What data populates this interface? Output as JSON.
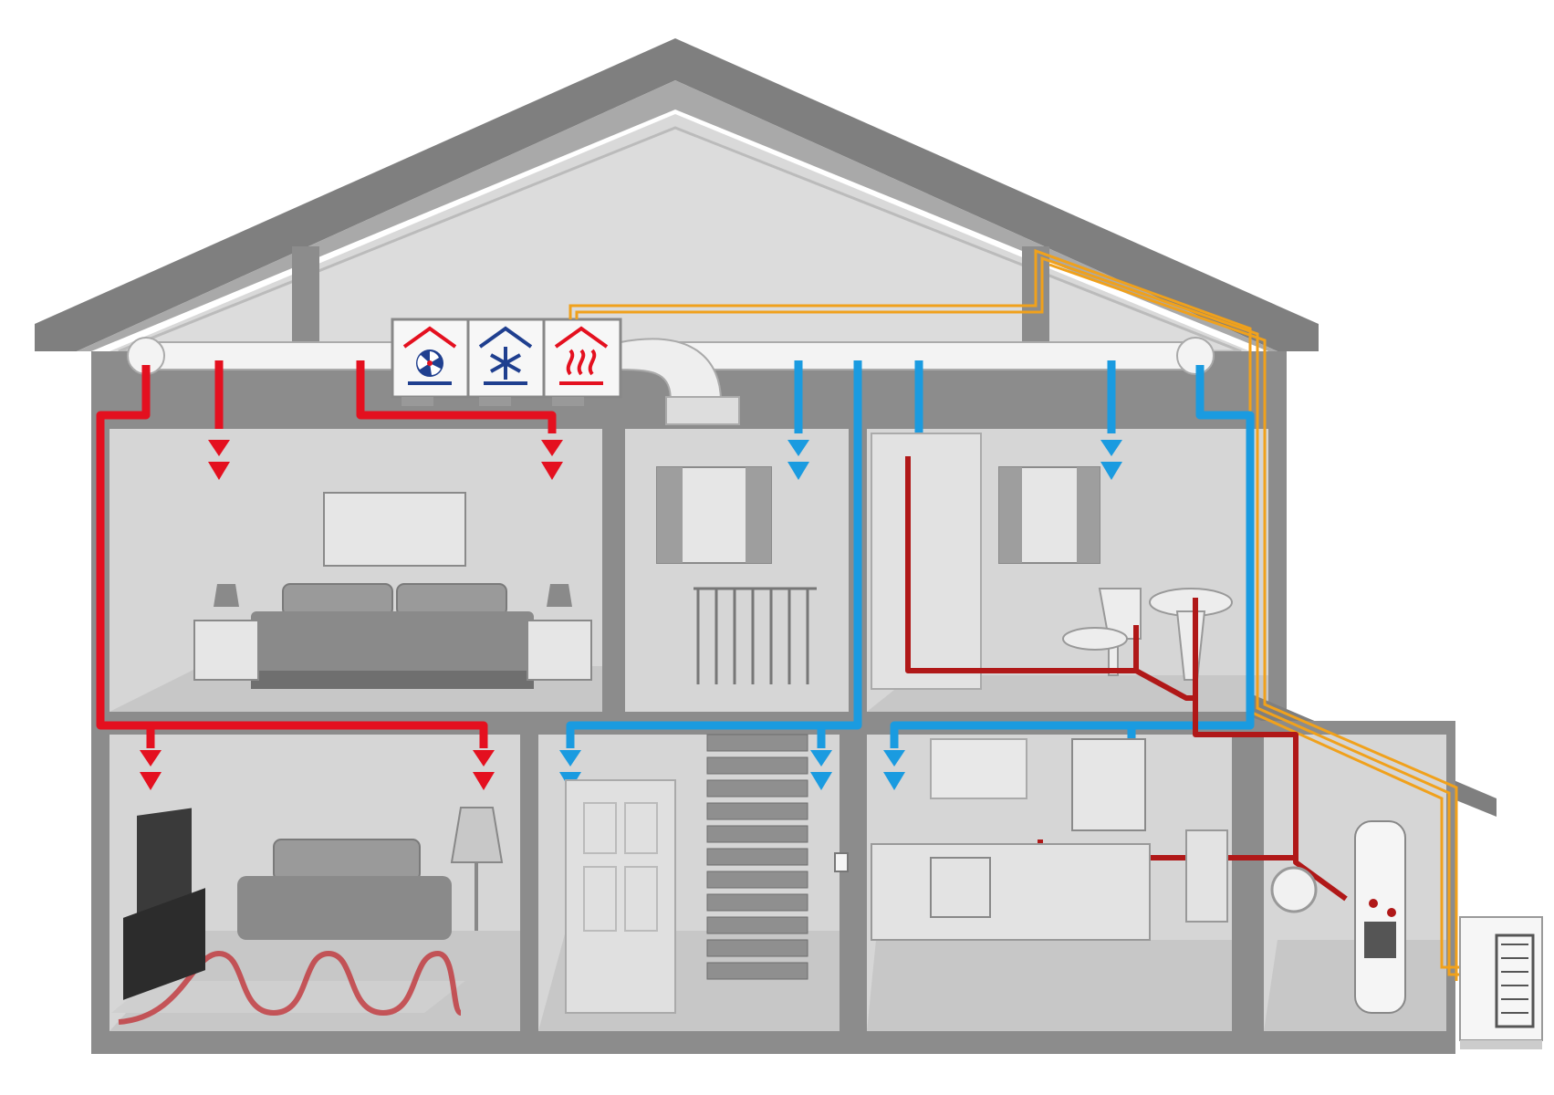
{
  "colors": {
    "hot_air": "#e4101f",
    "cold_air": "#1a9be0",
    "hot_water_pipe": "#b01818",
    "refrigerant_line": "#f0a11c",
    "house_structure": "#8c8c8c",
    "room_interior": "#d6d6d6",
    "unit_icon_blue": "#1f3f8f"
  },
  "hvac_unit": {
    "modules": [
      {
        "icon": "fan-icon",
        "color": "#1f3f8f"
      },
      {
        "icon": "snowflake-icon",
        "color": "#1f3f8f"
      },
      {
        "icon": "heat-waves-icon",
        "color": "#e4101f"
      }
    ]
  },
  "rooms": [
    {
      "name": "bedroom",
      "floor": "upper"
    },
    {
      "name": "stair-landing",
      "floor": "upper"
    },
    {
      "name": "bathroom",
      "floor": "upper"
    },
    {
      "name": "living-room",
      "floor": "ground"
    },
    {
      "name": "hallway",
      "floor": "ground"
    },
    {
      "name": "kitchen",
      "floor": "ground"
    },
    {
      "name": "utility-room",
      "floor": "ground"
    }
  ],
  "equipment": [
    {
      "name": "hot-water-cylinder"
    },
    {
      "name": "outdoor-heat-pump"
    },
    {
      "name": "underfloor-heating"
    },
    {
      "name": "wall-thermostat"
    }
  ]
}
